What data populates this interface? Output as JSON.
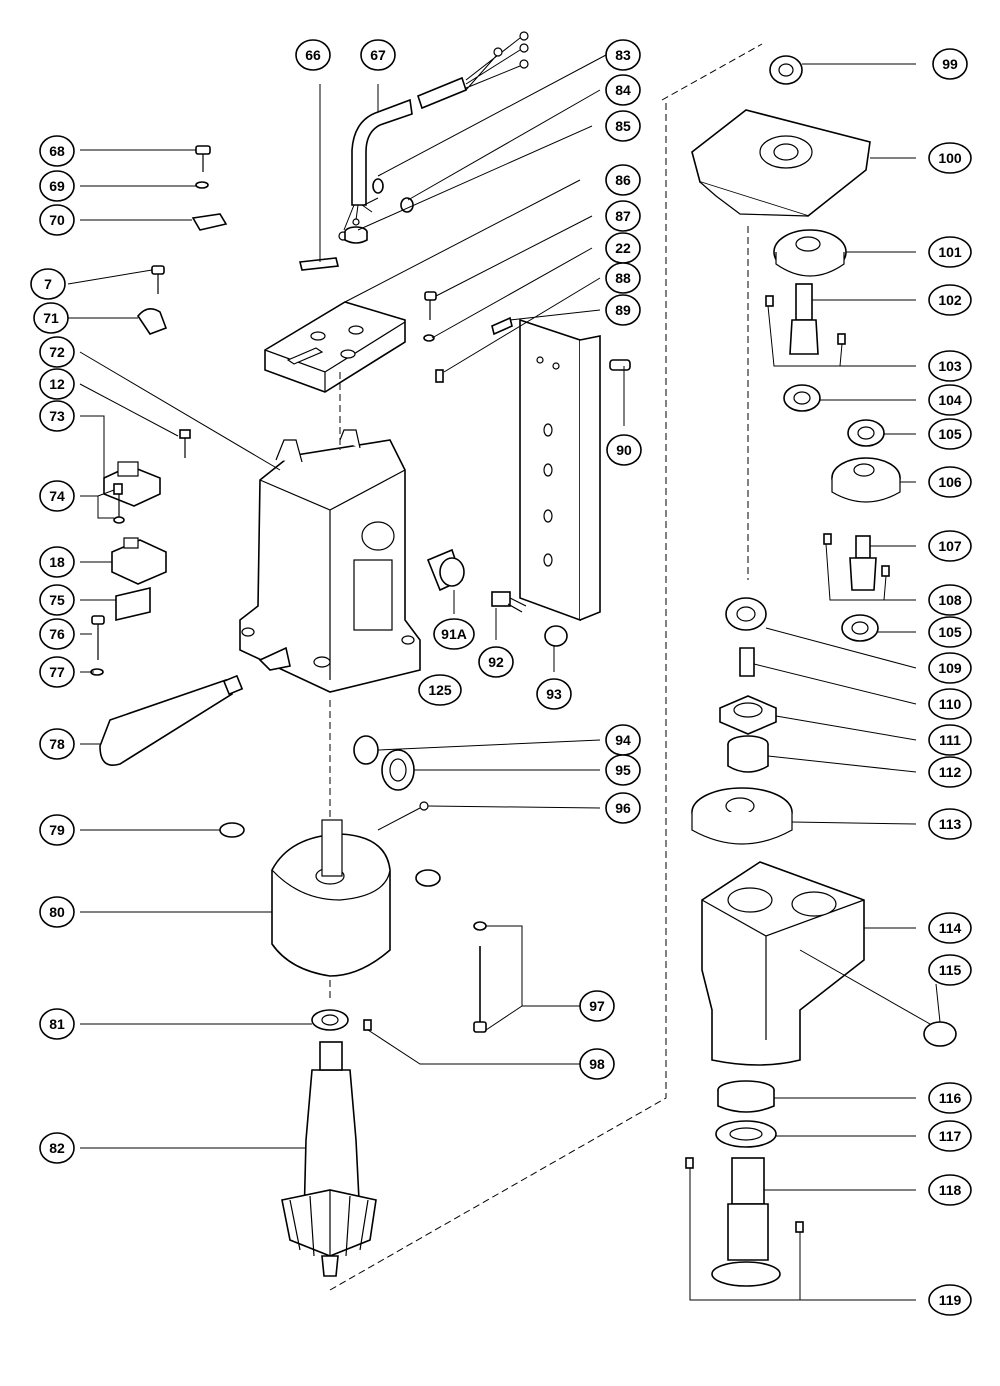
{
  "diagram": {
    "type": "exploded-parts-view",
    "callouts": [
      "66",
      "67",
      "83",
      "84",
      "85",
      "68",
      "69",
      "70",
      "86",
      "87",
      "22",
      "7",
      "71",
      "88",
      "89",
      "72",
      "12",
      "73",
      "90",
      "74",
      "18",
      "75",
      "91A",
      "92",
      "76",
      "77",
      "125",
      "93",
      "78",
      "94",
      "95",
      "96",
      "79",
      "80",
      "97",
      "81",
      "98",
      "82",
      "99",
      "100",
      "101",
      "102",
      "103",
      "104",
      "105",
      "106",
      "107",
      "108",
      "105",
      "109",
      "110",
      "111",
      "112",
      "113",
      "114",
      "115",
      "116",
      "117",
      "118",
      "119"
    ]
  }
}
